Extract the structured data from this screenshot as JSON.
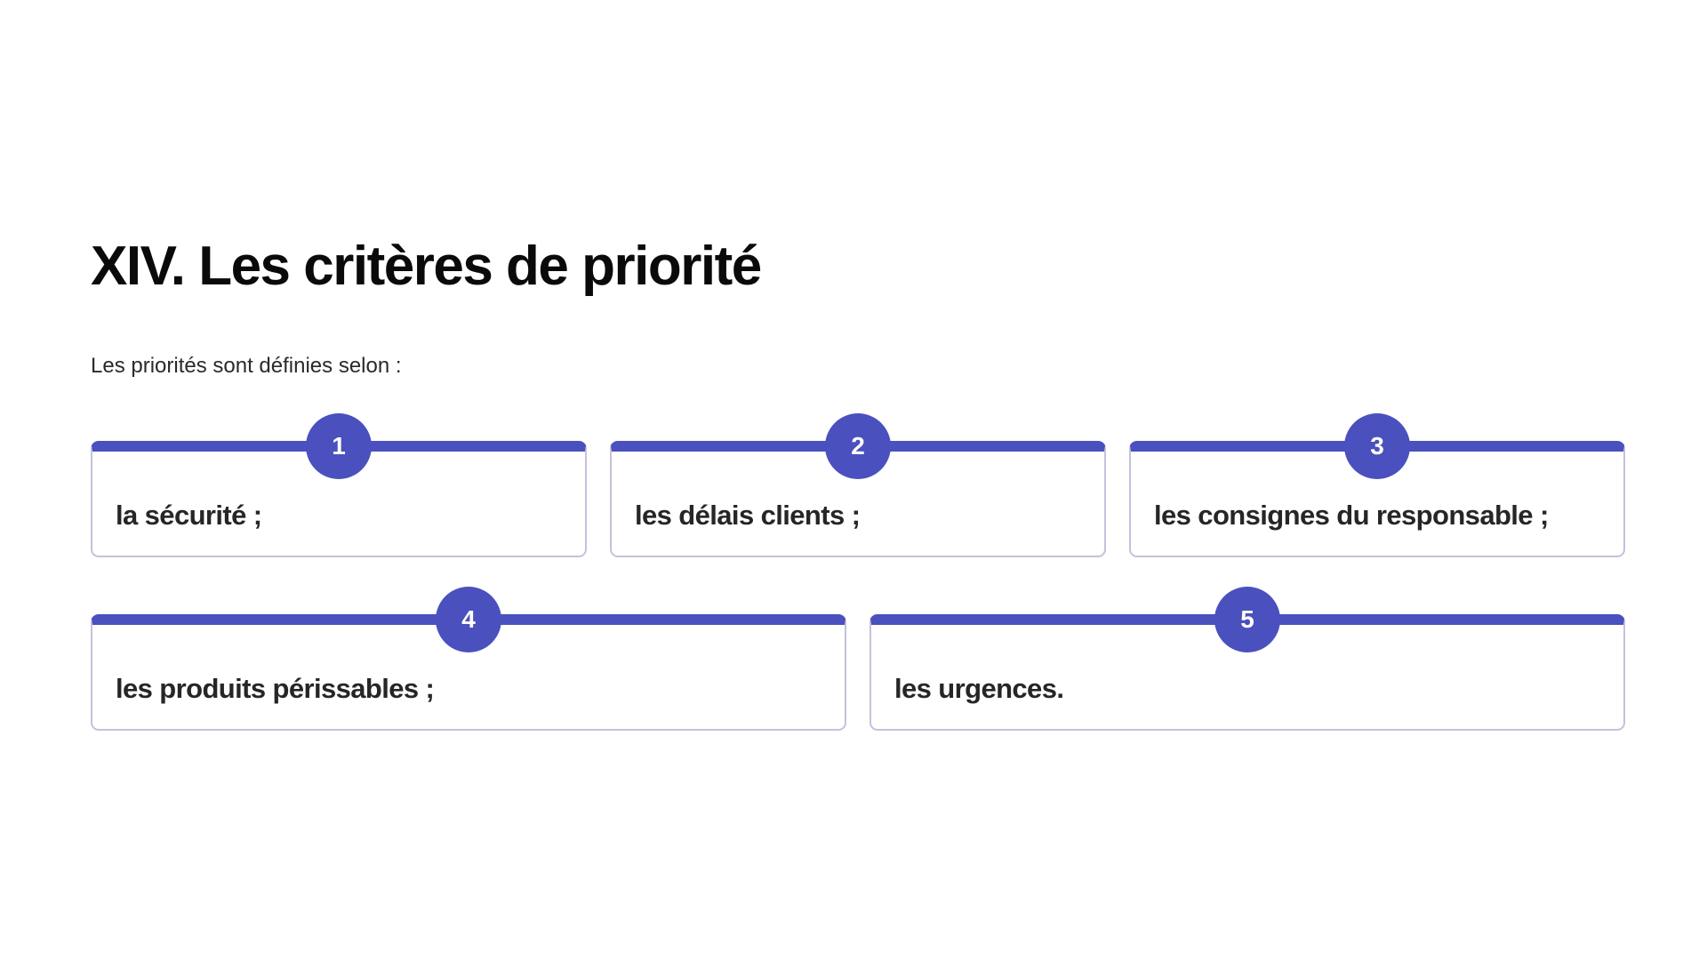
{
  "slide": {
    "title": "XIV. Les critères de priorité",
    "subtitle": "Les priorités sont définies selon :",
    "accent_color": "#4a50bd",
    "card_border_color": "#c4c2dc",
    "cards": [
      {
        "number": "1",
        "text": "la sécurité ;"
      },
      {
        "number": "2",
        "text": "les délais clients ;"
      },
      {
        "number": "3",
        "text": "les consignes du responsable ;"
      },
      {
        "number": "4",
        "text": "les produits périssables ;"
      },
      {
        "number": "5",
        "text": "les urgences."
      }
    ]
  }
}
